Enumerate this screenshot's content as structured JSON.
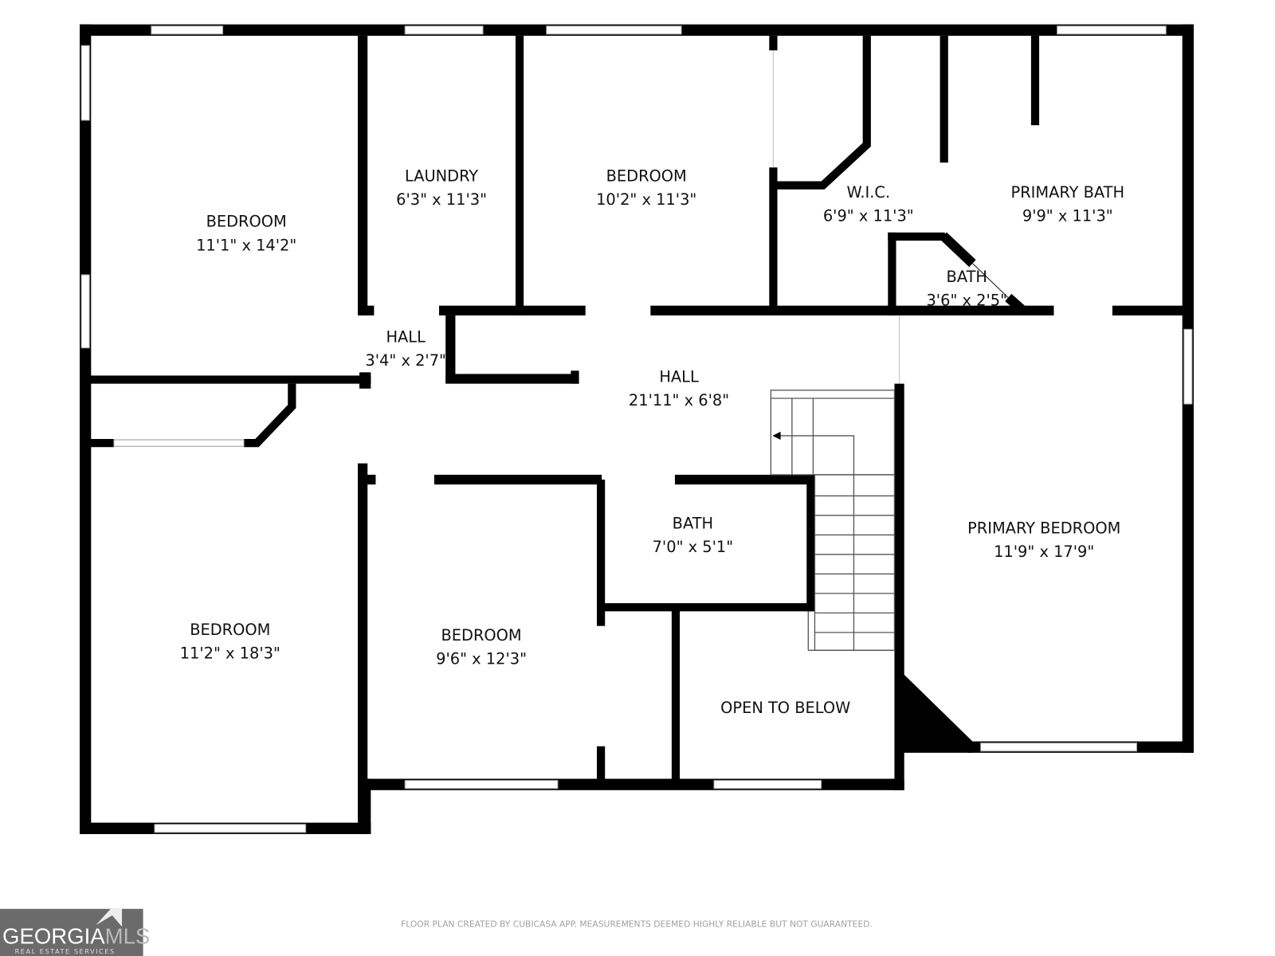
{
  "rooms": [
    {
      "name": "BEDROOM",
      "dims": "11'1\" x 14'2\""
    },
    {
      "name": "LAUNDRY",
      "dims": "6'3\" x 11'3\""
    },
    {
      "name": "BEDROOM",
      "dims": "10'2\" x 11'3\""
    },
    {
      "name": "W.I.C.",
      "dims": "6'9\" x 11'3\""
    },
    {
      "name": "PRIMARY BATH",
      "dims": "9'9\" x 11'3\""
    },
    {
      "name": "BATH",
      "dims": "3'6\" x 2'5\""
    },
    {
      "name": "HALL",
      "dims": "3'4\" x 2'7\""
    },
    {
      "name": "HALL",
      "dims": "21'11\" x 6'8\""
    },
    {
      "name": "PRIMARY BEDROOM",
      "dims": "11'9\" x 17'9\""
    },
    {
      "name": "BATH",
      "dims": "7'0\" x 5'1\""
    },
    {
      "name": "BEDROOM",
      "dims": "11'2\" x 18'3\""
    },
    {
      "name": "BEDROOM",
      "dims": "9'6\" x 12'3\""
    },
    {
      "name": "OPEN TO BELOW",
      "dims": ""
    }
  ],
  "footer": {
    "disclaimer": "FLOOR PLAN CREATED BY CUBICASA APP. MEASUREMENTS DEEMED HIGHLY RELIABLE BUT NOT GUARANTEED."
  },
  "logo": {
    "main": "GEORGIA",
    "accent": "MLS",
    "sub": "REAL ESTATE SERVICES"
  },
  "colors": {
    "wall": "#000000",
    "logo_bg": "#6b6b6b",
    "footer_text": "#a0a0a0"
  }
}
